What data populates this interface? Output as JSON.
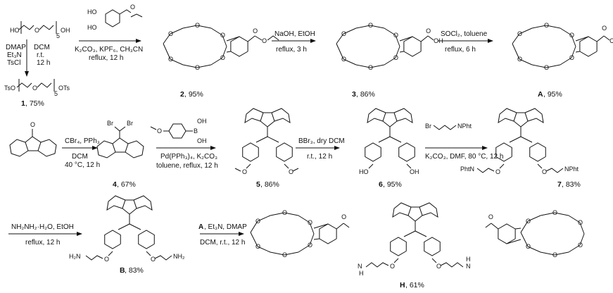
{
  "reactants": {
    "peg_top": "HO",
    "peg_top_end": "OH",
    "peg_bottom_start": "TsO",
    "peg_bottom_end": "OTs",
    "peg_n": "5",
    "cmpd1_label": "1",
    "cmpd1_yield": ", 75%",
    "fluorenone_o": "O",
    "catechol_ho1": "HO",
    "catechol_ho2": "HO"
  },
  "steps": [
    {
      "id": "s1",
      "lines": [
        "DMAP",
        "Et₃N",
        "TsCl"
      ],
      "right": [
        "DCM",
        "r.t.",
        "12 h"
      ]
    },
    {
      "id": "s2",
      "above": "",
      "below1": "K₂CO₃, KPF₆, CH₃CN",
      "below2": "reflux, 12 h"
    },
    {
      "id": "s3",
      "above": "NaOH, EtOH",
      "below": "reflux, 3 h"
    },
    {
      "id": "s4",
      "above": "SOCl₂, toluene",
      "below": "reflux, 6 h"
    },
    {
      "id": "s5",
      "above": "CBr₄, PPh₃",
      "below1": "DCM",
      "below2": "40 °C, 12 h"
    },
    {
      "id": "s6",
      "below1": "Pd(PPh₃)₄, K₂CO₃",
      "below2": "toluene, reflux, 12 h"
    },
    {
      "id": "s7",
      "above": "BBr₃, dry DCM",
      "below": "r.t., 12 h"
    },
    {
      "id": "s8",
      "below1": "K₂CO₃, DMF, 80 °C, 12 h"
    },
    {
      "id": "s9",
      "above": "NH₂NH₂·H₂O, EtOH",
      "below": "reflux, 12 h"
    },
    {
      "id": "s10",
      "above_bold": "A",
      "above": ", Et₃N, DMAP",
      "below": "DCM, r.t., 12 h"
    }
  ],
  "compounds": [
    {
      "id": "c2",
      "label": "2",
      "yield": ", 95%"
    },
    {
      "id": "c3",
      "label": "3",
      "yield": ", 86%"
    },
    {
      "id": "cA",
      "label": "A",
      "yield": ", 95%"
    },
    {
      "id": "c4",
      "label": "4",
      "yield": ", 67%"
    },
    {
      "id": "c5",
      "label": "5",
      "yield": ", 86%"
    },
    {
      "id": "c6",
      "label": "6",
      "yield": ", 95%"
    },
    {
      "id": "c7",
      "label": "7",
      "yield": ", 83%"
    },
    {
      "id": "cB",
      "label": "B",
      "yield": ", 83%"
    },
    {
      "id": "cH",
      "label": "H",
      "yield": ", 61%"
    }
  ],
  "atoms": {
    "O": "O",
    "OH": "OH",
    "Cl": "Cl",
    "Br": "Br",
    "B": "B",
    "N": "N",
    "H": "H",
    "NPht": "NPht",
    "PhtN": "PhtN",
    "NH2": "NH₂",
    "H2N": "H₂N",
    "HO": "HO",
    "OHr": "OH",
    "br_reagent": "Br",
    "nphth_reagent": "NPht"
  }
}
